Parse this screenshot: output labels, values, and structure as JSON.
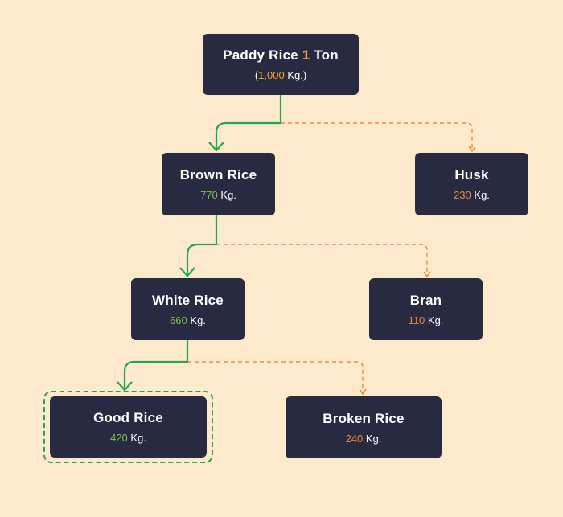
{
  "colors": {
    "background": "#fde9cb",
    "node": "#272a40",
    "main_path": "#21a84a",
    "byproduct_path": "#e07a2a",
    "green_value": "#7cc04f",
    "orange_value": "#f0883b",
    "gold_value": "#f5a623"
  },
  "root": {
    "title_prefix": "Paddy Rice ",
    "title_number": "1",
    "title_suffix": " Ton",
    "sub_open": "(",
    "sub_value": "1,000",
    "sub_unit": " Kg.)"
  },
  "nodes": {
    "brown_rice": {
      "title": "Brown Rice",
      "value": "770",
      "unit": " Kg."
    },
    "husk": {
      "title": "Husk",
      "value": "230",
      "unit": " Kg."
    },
    "white_rice": {
      "title": "White Rice",
      "value": "660",
      "unit": " Kg."
    },
    "bran": {
      "title": "Bran",
      "value": "110",
      "unit": " Kg."
    },
    "good_rice": {
      "title": "Good Rice",
      "value": "420",
      "unit": " Kg."
    },
    "broken_rice": {
      "title": "Broken Rice",
      "value": "240",
      "unit": " Kg."
    }
  }
}
